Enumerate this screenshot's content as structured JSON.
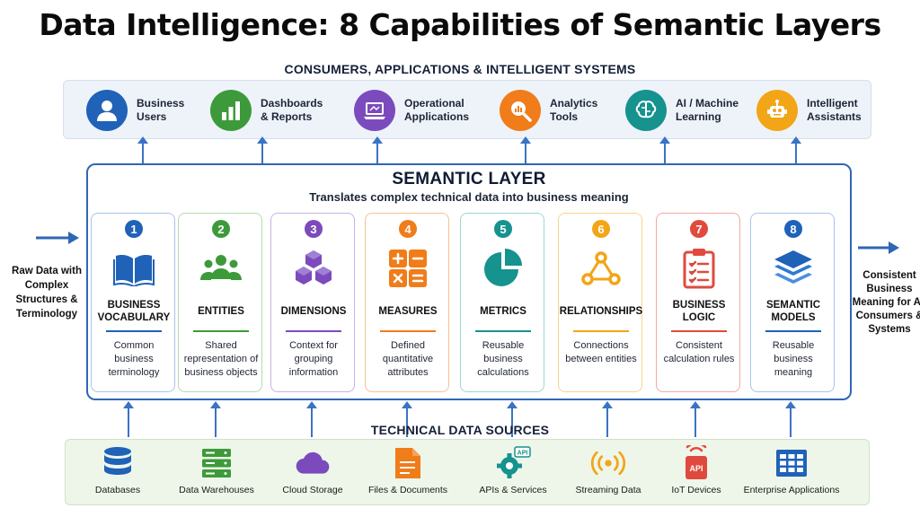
{
  "title": "Data Intelligence: 8 Capabilities of Semantic Layers",
  "consumers": {
    "heading": "CONSUMERS, APPLICATIONS & INTELLIGENT SYSTEMS",
    "items": [
      {
        "label": "Business Users",
        "icon": "user-icon",
        "color": "#1f62b8"
      },
      {
        "label": "Dashboards & Reports",
        "icon": "bar-chart-icon",
        "color": "#3d9a3a"
      },
      {
        "label": "Operational Applications",
        "icon": "laptop-icon",
        "color": "#7b4bbd"
      },
      {
        "label": "Analytics Tools",
        "icon": "magnifier-chart-icon",
        "color": "#f07c1a"
      },
      {
        "label": "AI / Machine Learning",
        "icon": "brain-icon",
        "color": "#16928f"
      },
      {
        "label": "Intelligent Assistants",
        "icon": "robot-icon",
        "color": "#f2a516"
      }
    ]
  },
  "semantic_layer": {
    "title": "SEMANTIC LAYER",
    "subtitle": "Translates complex technical data into business meaning",
    "capabilities": [
      {
        "number": "1",
        "name": "BUSINESS VOCABULARY",
        "description": "Common business terminology",
        "icon": "open-book-icon",
        "color": "#1f62b8"
      },
      {
        "number": "2",
        "name": "ENTITIES",
        "description": "Shared representation of business objects",
        "icon": "people-group-icon",
        "color": "#3d9a3a"
      },
      {
        "number": "3",
        "name": "DIMENSIONS",
        "description": "Context for grouping information",
        "icon": "cubes-icon",
        "color": "#7b4bbd"
      },
      {
        "number": "4",
        "name": "MEASURES",
        "description": "Defined quantitative attributes",
        "icon": "calculator-icon",
        "color": "#f07c1a"
      },
      {
        "number": "5",
        "name": "METRICS",
        "description": "Reusable business calculations",
        "icon": "pie-chart-icon",
        "color": "#16928f"
      },
      {
        "number": "6",
        "name": "RELATIONSHIPS",
        "description": "Connections between entities",
        "icon": "network-icon",
        "color": "#f2a516"
      },
      {
        "number": "7",
        "name": "BUSINESS LOGIC",
        "description": "Consistent calculation rules",
        "icon": "clipboard-icon",
        "color": "#e04a3e"
      },
      {
        "number": "8",
        "name": "SEMANTIC MODELS",
        "description": "Reusable business meaning",
        "icon": "layers-icon",
        "color": "#1f62b8"
      }
    ]
  },
  "input_label": "Raw Data with Complex Structures & Terminology",
  "output_label": "Consistent Business Meaning for All Consumers & Systems",
  "sources": {
    "heading": "TECHNICAL DATA SOURCES",
    "items": [
      {
        "label": "Databases",
        "icon": "database-icon",
        "color": "#1f62b8"
      },
      {
        "label": "Data Warehouses",
        "icon": "server-icon",
        "color": "#3d9a3a"
      },
      {
        "label": "Cloud Storage",
        "icon": "cloud-icon",
        "color": "#7b4bbd"
      },
      {
        "label": "Files & Documents",
        "icon": "document-icon",
        "color": "#f07c1a"
      },
      {
        "label": "APIs & Services",
        "icon": "api-gear-icon",
        "color": "#16928f",
        "badge": "API"
      },
      {
        "label": "Streaming Data",
        "icon": "signal-icon",
        "color": "#f2a516"
      },
      {
        "label": "IoT Devices",
        "icon": "iot-device-icon",
        "color": "#e04a3e",
        "badge": "API"
      },
      {
        "label": "Enterprise Applications",
        "icon": "grid-app-icon",
        "color": "#1f62b8"
      }
    ]
  }
}
